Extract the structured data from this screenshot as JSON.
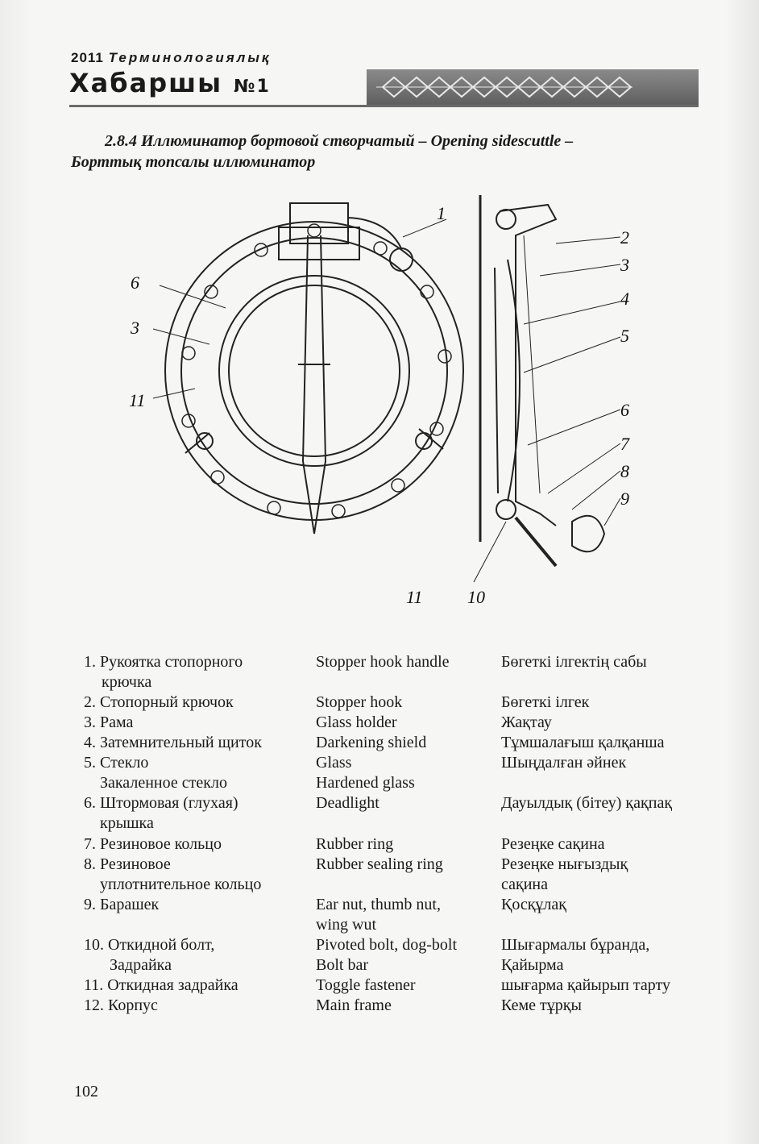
{
  "header": {
    "year": "2011",
    "series": "Терминологиялық",
    "title": "Хабаршы",
    "issue": "№1"
  },
  "caption": {
    "line1": "2.8.4 Иллюминатор бортовой створчатый – Opening sidescuttle –",
    "line2": "Борттық топсалы иллюминатор"
  },
  "figure": {
    "labels": [
      "1",
      "2",
      "3",
      "4",
      "5",
      "6",
      "7",
      "8",
      "9",
      "10",
      "11",
      "6",
      "3",
      "11"
    ]
  },
  "terms": [
    {
      "ru": "1. Рукоятка стопорного",
      "en": "Stopper hook handle",
      "kk": "Бөгеткі ілгектің сабы"
    },
    {
      "ru": "крючка",
      "en": "",
      "kk": ""
    },
    {
      "ru": "2. Стопорный крючок",
      "en": "Stopper hook",
      "kk": "Бөгеткі ілгек"
    },
    {
      "ru": "3. Рама",
      "en": "Glass holder",
      "kk": "Жақтау"
    },
    {
      "ru": "4. Затемнительный щиток",
      "en": "Darkening shield",
      "kk": "Тұмшалағыш қалқанша"
    },
    {
      "ru": "5. Стекло",
      "en": "Glass",
      "kk": "Шыңдалған әйнек"
    },
    {
      "ru": "Закаленное стекло",
      "en": "Hardened glass",
      "kk": ""
    },
    {
      "ru": "6. Штормовая (глухая)",
      "en": "Deadlight",
      "kk": "Дауылдық (бітеу) қақпақ"
    },
    {
      "ru": "крышка",
      "en": "",
      "kk": ""
    },
    {
      "ru": "7. Резиновое кольцо",
      "en": "Rubber ring",
      "kk": "Резеңке сақина"
    },
    {
      "ru": "8. Резиновое",
      "en": "Rubber sealing ring",
      "kk": "Резеңке нығыздық"
    },
    {
      "ru": "уплотнительное кольцо",
      "en": "",
      "kk": "сақина"
    },
    {
      "ru": "9. Барашек",
      "en": "Ear nut, thumb nut,",
      "kk": "Қосқұлақ"
    },
    {
      "ru": "",
      "en": "wing wut",
      "kk": ""
    },
    {
      "ru": "10. Откидной болт,",
      "en": "Pivoted bolt, dog-bolt",
      "kk": "Шығармалы бұранда,"
    },
    {
      "ru": "Задрайка",
      "en": "Bolt bar",
      "kk": "Қайырма"
    },
    {
      "ru": "11. Откидная задрайка",
      "en": "Toggle fastener",
      "kk": "шығарма қайырып тарту"
    },
    {
      "ru": "12. Корпус",
      "en": "Main frame",
      "kk": "Кеме тұрқы"
    }
  ],
  "page_number": "102"
}
